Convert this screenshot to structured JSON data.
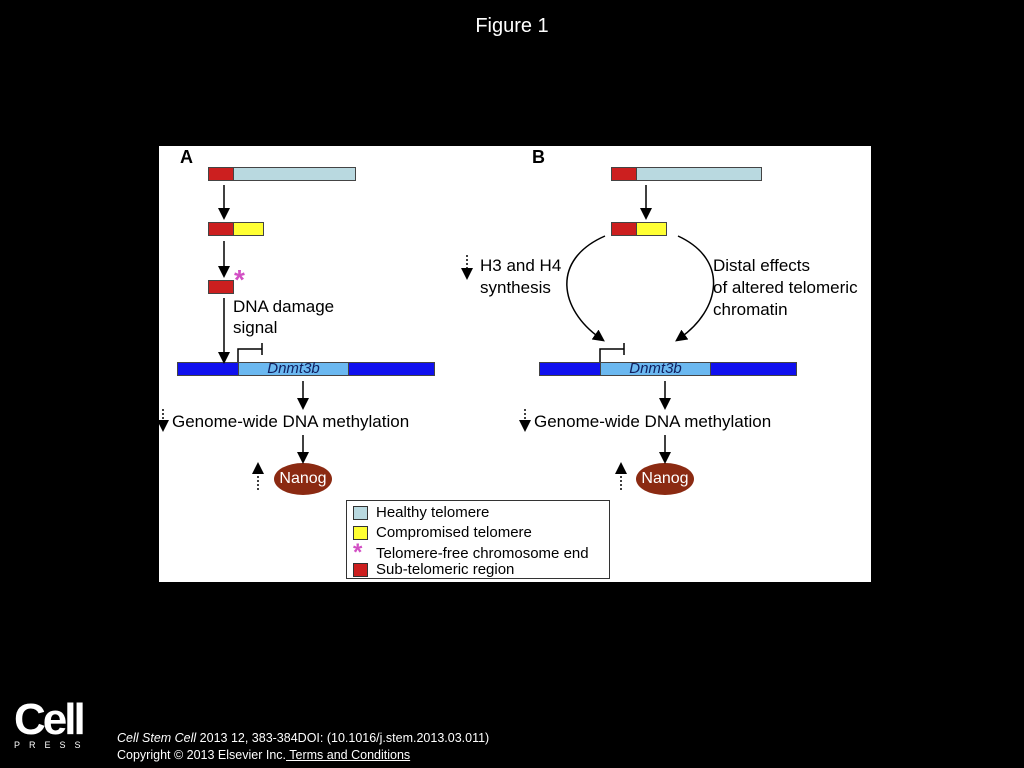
{
  "title": "Figure 1",
  "panel_a": {
    "label": "A",
    "dna_damage_line1": "DNA damage",
    "dna_damage_line2": "signal",
    "gene": "Dnmt3b",
    "methylation": "Genome-wide DNA methylation",
    "nanog": "Nanog"
  },
  "panel_b": {
    "label": "B",
    "h3h4_line1": "H3 and H4",
    "h3h4_line2": "synthesis",
    "distal_line1": "Distal effects",
    "distal_line2": "of altered telomeric",
    "distal_line3": "chromatin",
    "gene": "Dnmt3b",
    "methylation": "Genome-wide DNA methylation",
    "nanog": "Nanog"
  },
  "legend": {
    "items": [
      "Healthy telomere",
      "Compromised telomere",
      "Telomere-free chromosome end",
      "Sub-telomeric region"
    ]
  },
  "colors": {
    "healthy": "#b9d9e0",
    "compromised": "#ffff33",
    "telomere_free": "#d24fc4",
    "subtelomeric": "#cc1f1f",
    "gene_body": "#1010ee",
    "nanog": "#8b2a12"
  },
  "footer": {
    "journal": "Cell Stem Cell",
    "citation": " 2013 12, 383-384DOI: (10.1016/j.stem.2013.03.011)",
    "copyright": "Copyright © 2013 Elsevier Inc.",
    "terms": " Terms and Conditions"
  },
  "logo": {
    "name": "Cell",
    "sub": "PRESS"
  }
}
